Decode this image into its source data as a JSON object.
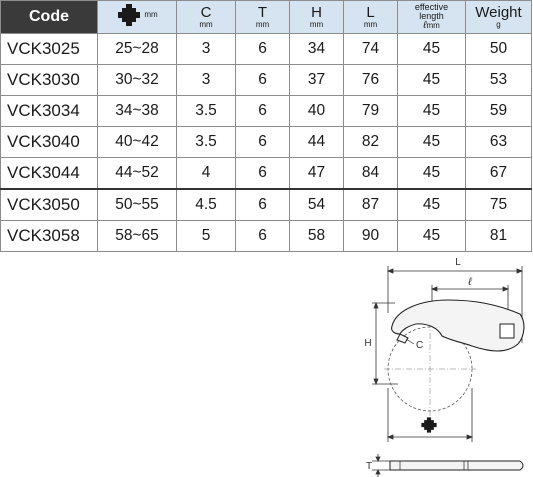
{
  "headers": {
    "code": "Code",
    "square_unit": "mm",
    "c": "C",
    "c_unit": "mm",
    "t": "T",
    "t_unit": "mm",
    "h": "H",
    "h_unit": "mm",
    "l": "L",
    "l_unit": "mm",
    "eff_line1": "effective",
    "eff_line2": "length",
    "eff_symbol": "ℓ",
    "eff_unit": "mm",
    "weight": "Weight",
    "weight_unit": "g"
  },
  "rows": [
    {
      "code": "VCK3025",
      "range": "25~28",
      "c": "3",
      "t": "6",
      "h": "34",
      "l": "74",
      "eff": "45",
      "weight": "50"
    },
    {
      "code": "VCK3030",
      "range": "30~32",
      "c": "3",
      "t": "6",
      "h": "37",
      "l": "76",
      "eff": "45",
      "weight": "53"
    },
    {
      "code": "VCK3034",
      "range": "34~38",
      "c": "3.5",
      "t": "6",
      "h": "40",
      "l": "79",
      "eff": "45",
      "weight": "59"
    },
    {
      "code": "VCK3040",
      "range": "40~42",
      "c": "3.5",
      "t": "6",
      "h": "44",
      "l": "82",
      "eff": "45",
      "weight": "63"
    },
    {
      "code": "VCK3044",
      "range": "44~52",
      "c": "4",
      "t": "6",
      "h": "47",
      "l": "84",
      "eff": "45",
      "weight": "67"
    },
    {
      "code": "VCK3050",
      "range": "50~55",
      "c": "4.5",
      "t": "6",
      "h": "54",
      "l": "87",
      "eff": "45",
      "weight": "75"
    },
    {
      "code": "VCK3058",
      "range": "58~65",
      "c": "5",
      "t": "6",
      "h": "58",
      "l": "90",
      "eff": "45",
      "weight": "81"
    }
  ],
  "drawing": {
    "label_l": "L",
    "label_ell": "ℓ",
    "label_h": "H",
    "label_c": "C",
    "label_t": "T"
  }
}
